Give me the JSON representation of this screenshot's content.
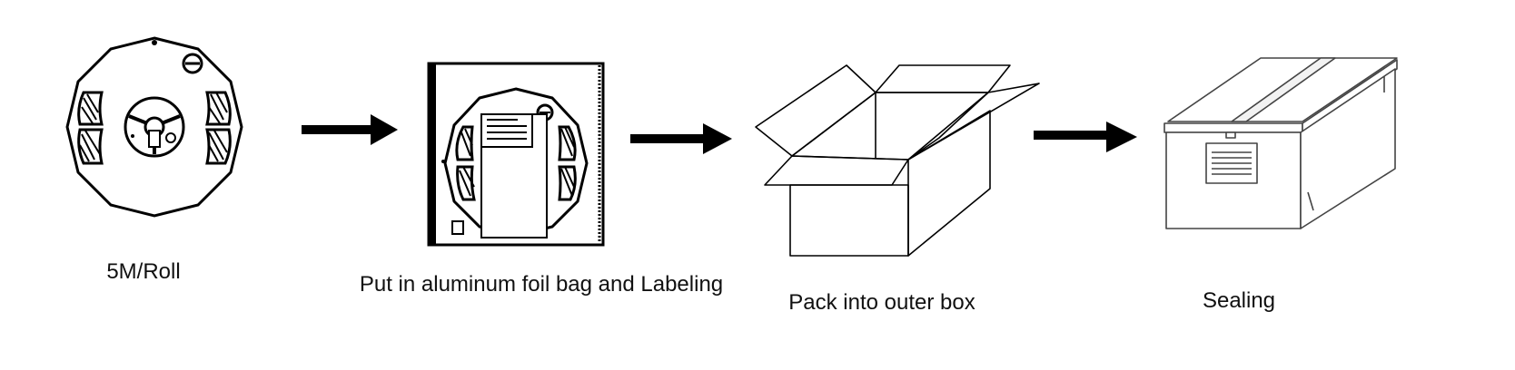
{
  "steps": [
    {
      "caption": "5M/Roll",
      "icon": "reel-icon"
    },
    {
      "caption": "Put in aluminum foil bag and Labeling",
      "icon": "foil-bag-icon"
    },
    {
      "caption": "Pack into outer box",
      "icon": "open-box-icon"
    },
    {
      "caption": "Sealing",
      "icon": "sealed-box-icon"
    }
  ],
  "arrows": 3,
  "colors": {
    "line": "#000000",
    "background": "#ffffff"
  }
}
